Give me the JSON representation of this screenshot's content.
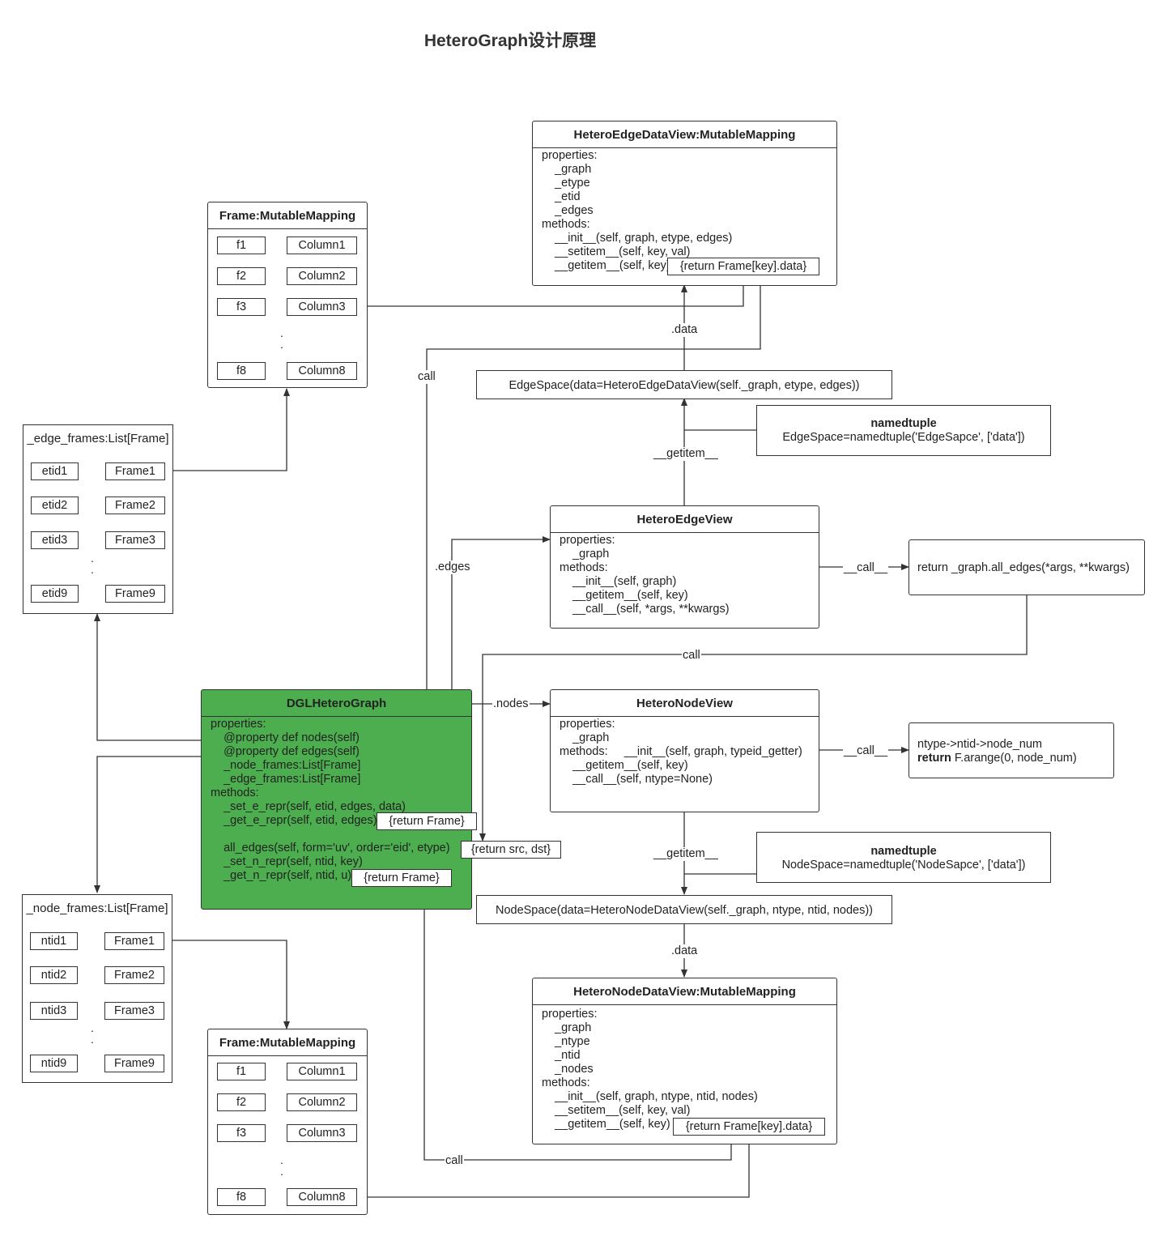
{
  "title": "HeteroGraph设计原理",
  "frame_top": {
    "title": "Frame:MutableMapping",
    "keys": [
      "f1",
      "f2",
      "f3",
      "f8"
    ],
    "columns": [
      "Column1",
      "Column2",
      "Column3",
      "Column8"
    ]
  },
  "frame_bottom": {
    "title": "Frame:MutableMapping",
    "keys": [
      "f1",
      "f2",
      "f3",
      "f8"
    ],
    "columns": [
      "Column1",
      "Column2",
      "Column3",
      "Column8"
    ]
  },
  "edge_frames": {
    "title": "_edge_frames:List[Frame]",
    "keys": [
      "etid1",
      "etid2",
      "etid3",
      "etid9"
    ],
    "frames": [
      "Frame1",
      "Frame2",
      "Frame3",
      "Frame9"
    ]
  },
  "node_frames": {
    "title": "_node_frames:List[Frame]",
    "keys": [
      "ntid1",
      "ntid2",
      "ntid3",
      "ntid9"
    ],
    "frames": [
      "Frame1",
      "Frame2",
      "Frame3",
      "Frame9"
    ]
  },
  "edge_data_view": {
    "title": "HeteroEdgeDataView:MutableMapping",
    "body": "properties:\n    _graph\n    _etype\n    _etid\n    _edges\nmethods:\n    __init__(self, graph, etype, edges)\n    __setitem__(self, key, val)\n    __getitem__(self, key)",
    "return_label": "{return Frame[key].data}"
  },
  "edge_space": "EdgeSpace(data=HeteroEdgeDataView(self._graph, etype, edges))",
  "edge_namedtuple": {
    "title": "namedtuple",
    "text": "EdgeSpace=namedtuple('EdgeSapce', ['data'])"
  },
  "edge_view": {
    "title": "HeteroEdgeView",
    "body": "properties:\n    _graph\nmethods:\n    __init__(self, graph)\n    __getitem__(self, key)\n    __call__(self, *args, **kwargs)"
  },
  "all_edges_box": "return _graph.all_edges(*args, **kwargs)",
  "node_view": {
    "title": "HeteroNodeView",
    "body": "properties:\n    _graph\nmethods:     __init__(self, graph, typeid_getter)\n    __getitem__(self, key)\n    __call__(self, ntype=None)"
  },
  "node_num_box": {
    "line1": "ntype->ntid->node_num",
    "kw": "return",
    "line2": " F.arange(0, node_num)"
  },
  "node_namedtuple": {
    "title": "namedtuple",
    "text": "NodeSpace=namedtuple('NodeSapce', ['data'])"
  },
  "node_space": "NodeSpace(data=HeteroNodeDataView(self._graph, ntype, ntid, nodes))",
  "node_data_view": {
    "title": "HeteroNodeDataView:MutableMapping",
    "body": "properties:\n    _graph\n    _ntype\n    _ntid\n    _nodes\nmethods:\n    __init__(self, graph, ntype, ntid, nodes)\n    __setitem__(self, key, val)\n    __getitem__(self, key)",
    "return_label": "{return Frame[key].data}"
  },
  "dgl": {
    "title": "DGLHeteroGraph",
    "body": "properties:\n    @property def nodes(self)\n    @property def edges(self)\n    _node_frames:List[Frame]\n    _edge_frames:List[Frame]\nmethods:\n    _set_e_repr(self, etid, edges, data)\n    _get_e_repr(self, etid, edges)\n\n    all_edges(self, form='uv', order='eid', etype)\n    _set_n_repr(self, ntid, key)\n    _get_n_repr(self, ntid, u)",
    "return_frame_e": "{return Frame}",
    "return_src_dst": "{return src, dst}",
    "return_frame_n": "{return Frame}"
  },
  "labels": {
    "data_top": ".data",
    "call_left": "call",
    "getitem_top": "__getitem__",
    "edges": ".edges",
    "call_edge": "__call__",
    "call_mid": "call",
    "nodes": ".nodes",
    "call_node": "__call__",
    "getitem_bottom": "__getitem__",
    "data_bottom": ".data",
    "call_bottom": "call"
  },
  "colors": {
    "dgl_fill": "#4cae4f",
    "line": "#333333"
  }
}
